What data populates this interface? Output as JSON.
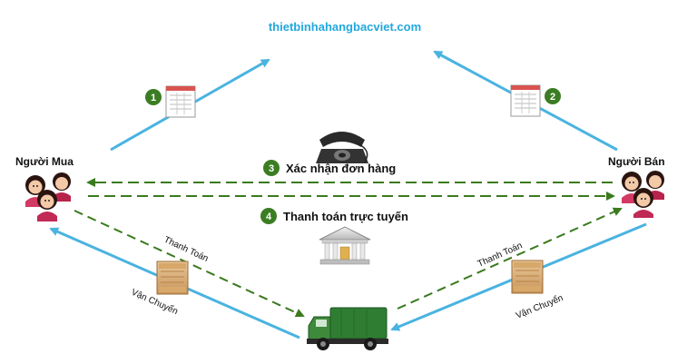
{
  "site": {
    "url": "thietbinhahangbacviet.com"
  },
  "buyer": {
    "label": "Người Mua"
  },
  "seller": {
    "label": "Người Bán"
  },
  "steps": [
    {
      "number": "1"
    },
    {
      "number": "2"
    },
    {
      "number": "3",
      "label": "Xác nhận đơn hàng"
    },
    {
      "number": "4",
      "label": "Thanh toán trực tuyến"
    }
  ],
  "flows": {
    "left_payment": "Thanh Toán",
    "left_shipping": "Vận Chuyển",
    "right_payment": "Thanh Toán",
    "right_shipping": "Vận Chuyển"
  },
  "colors": {
    "blue": "#4ab3e0",
    "green_dash": "#3a7a1e",
    "badge": "#3b7d23",
    "title": "#22a8de",
    "truck": "#2f7d32"
  },
  "icons": [
    "document-icon",
    "telephone-icon",
    "bank-icon",
    "box-icon",
    "truck-icon",
    "people-icon"
  ]
}
